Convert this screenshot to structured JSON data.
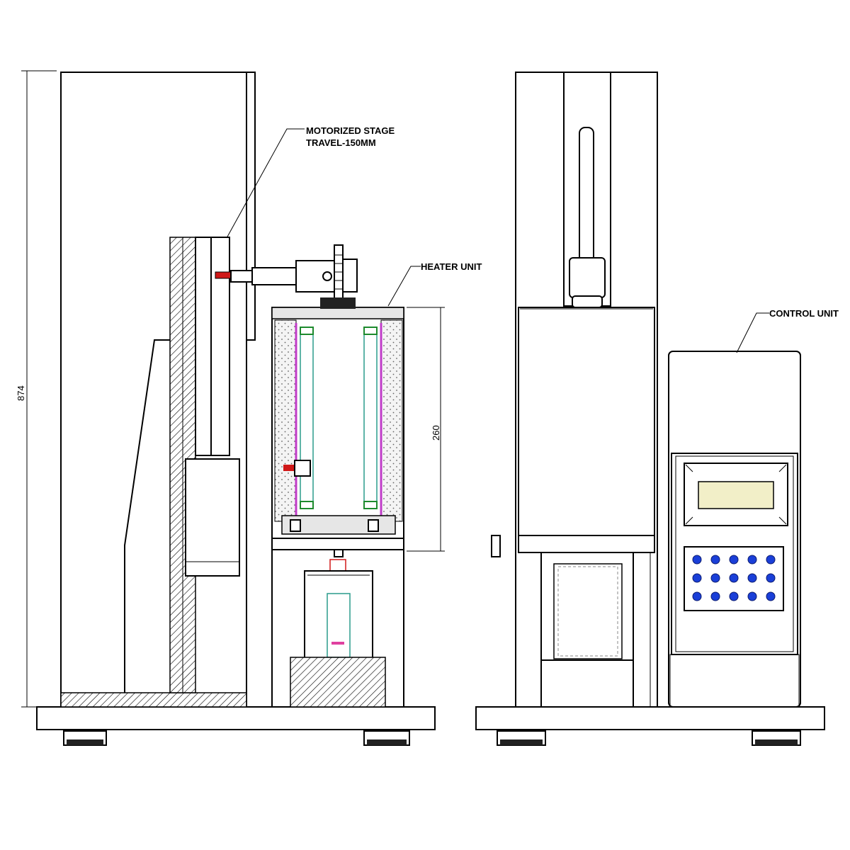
{
  "labels": {
    "motorized_stage_line1": "MOTORIZED STAGE",
    "motorized_stage_line2": "TRAVEL-150MM",
    "heater_unit": "HEATER UNIT",
    "control_unit": "CONTROL UNIT"
  },
  "dimensions": {
    "overall_height": "874",
    "heater_height": "260"
  },
  "colors": {
    "line": "#000000",
    "heater_element": "#c03cc8",
    "glass_tube": "#2a9c8c",
    "sample_marker": "#e040a0",
    "indicator_red": "#d01818",
    "keypad_button": "#1a3fd8",
    "display_screen": "#f2efc8"
  },
  "keypad": {
    "rows": 3,
    "columns": 5
  }
}
